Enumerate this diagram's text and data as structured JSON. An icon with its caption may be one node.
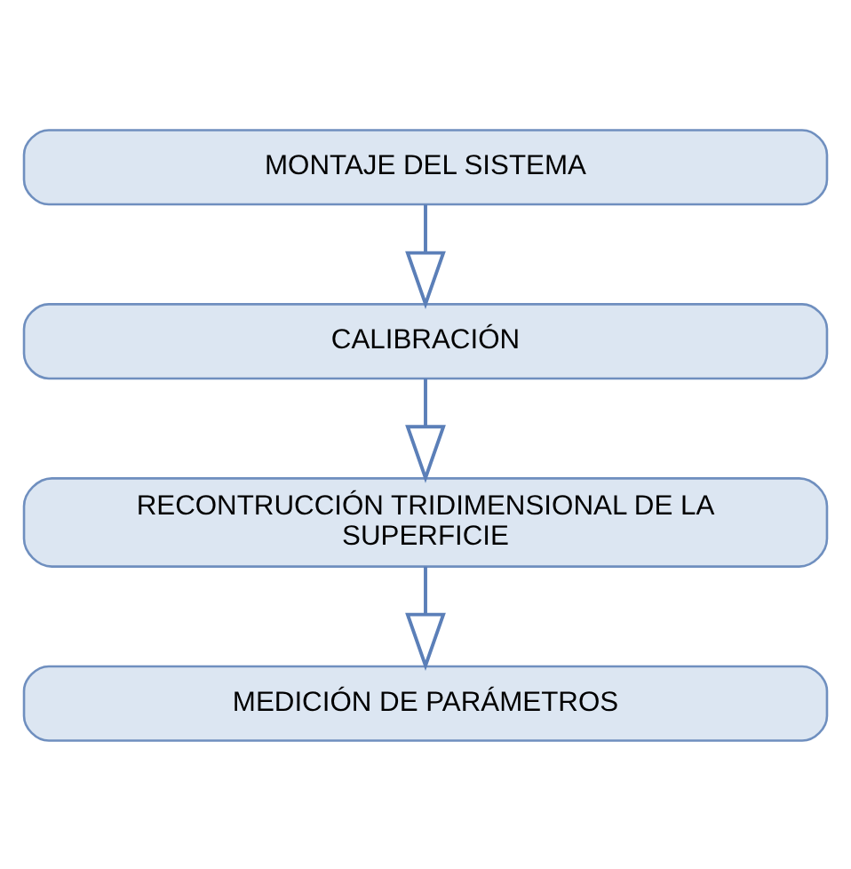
{
  "diagram": {
    "nodes": [
      {
        "text": [
          "MONTAJE DEL SISTEMA"
        ]
      },
      {
        "text": [
          "CALIBRACIÓN"
        ]
      },
      {
        "text": [
          "RECONTRUCCIÓN TRIDIMENSIONAL DE LA SUPERFICIE"
        ]
      },
      {
        "text": [
          "MEDICIÓN DE PARÁMETROS"
        ]
      }
    ],
    "edges": [
      {
        "from": 0,
        "to": 1,
        "arrow": "to"
      },
      {
        "from": 1,
        "to": 2,
        "arrow": "to"
      },
      {
        "from": 2,
        "to": 3,
        "arrow": "to"
      }
    ]
  }
}
